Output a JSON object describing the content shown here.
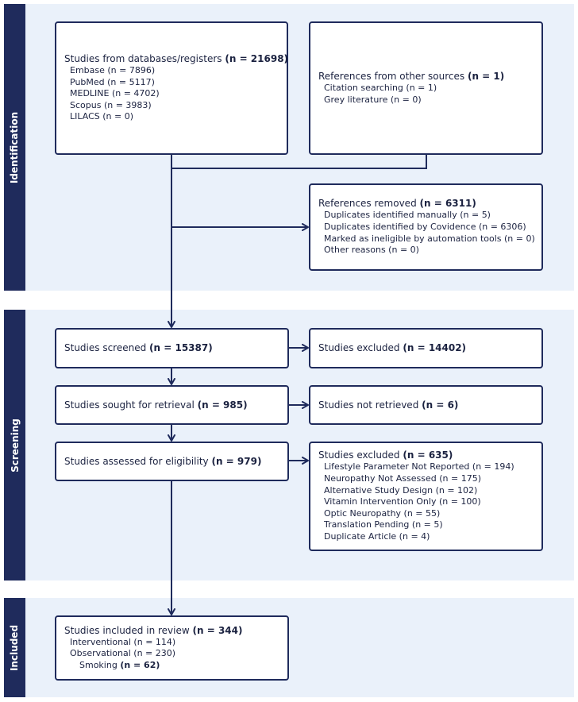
{
  "phases": {
    "identification": "Identification",
    "screening": "Screening",
    "included": "Included"
  },
  "identification": {
    "databases": {
      "label": "Studies from databases/registers",
      "count": "(n = 21698)",
      "items": [
        "Embase (n = 7896)",
        "PubMed (n = 5117)",
        "MEDLINE (n = 4702)",
        "Scopus (n = 3983)",
        "LILACS (n = 0)"
      ]
    },
    "other_sources": {
      "label": "References from other sources",
      "count": "(n = 1)",
      "items": [
        "Citation searching (n = 1)",
        "Grey literature (n = 0)"
      ]
    },
    "removed": {
      "label": "References removed",
      "count": "(n = 6311)",
      "items": [
        "Duplicates identified manually (n = 5)",
        "Duplicates identified by Covidence (n = 6306)",
        "Marked as ineligible by automation tools (n = 0)",
        "Other reasons (n = 0)"
      ]
    }
  },
  "screening": {
    "screened": {
      "label": "Studies screened",
      "count": "(n = 15387)"
    },
    "excluded_screen": {
      "label": "Studies excluded",
      "count": "(n = 14402)"
    },
    "sought": {
      "label": "Studies sought for retrieval",
      "count": "(n = 985)"
    },
    "not_retrieved": {
      "label": "Studies not retrieved",
      "count": "(n = 6)"
    },
    "assessed": {
      "label": "Studies assessed for eligibility",
      "count": "(n = 979)"
    },
    "excluded_full": {
      "label": "Studies excluded",
      "count": "(n = 635)",
      "items": [
        "Lifestyle Parameter Not Reported (n = 194)",
        "Neuropathy Not Assessed (n = 175)",
        "Alternative Study Design (n = 102)",
        "Vitamin Intervention Only (n = 100)",
        "Optic Neuropathy (n = 55)",
        "Translation Pending (n = 5)",
        "Duplicate Article (n = 4)"
      ]
    }
  },
  "included": {
    "review": {
      "label": "Studies included in review",
      "count": "(n = 344)",
      "items": [
        "Interventional (n = 114)",
        "Observational (n = 230)"
      ],
      "smoking_label": "Smoking",
      "smoking_count": "(n = 62)"
    }
  },
  "colors": {
    "navy": "#1f2b5c",
    "band_background": "#eaf1fa"
  }
}
